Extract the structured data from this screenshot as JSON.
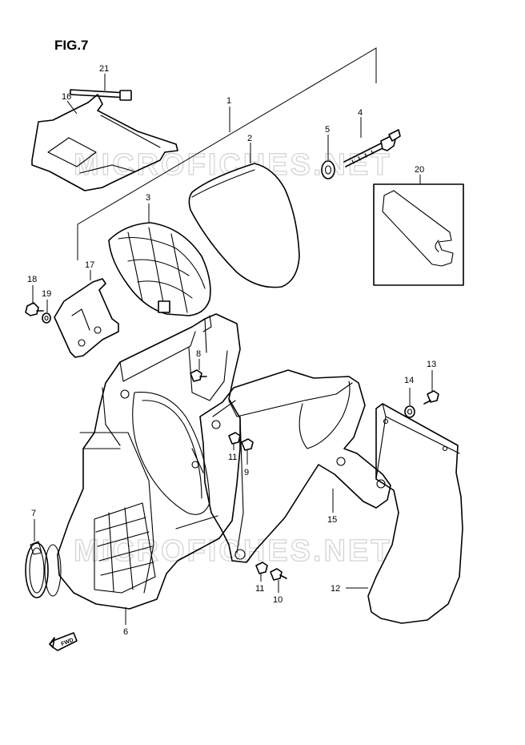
{
  "figure": {
    "title": "FIG.7"
  },
  "watermark": {
    "text": "MICROFICHES.NET"
  },
  "direction": {
    "label": "FWD"
  },
  "callouts": [
    "1",
    "2",
    "3",
    "4",
    "5",
    "6",
    "7",
    "8",
    "9",
    "10",
    "11",
    "11",
    "12",
    "13",
    "14",
    "15",
    "16",
    "17",
    "18",
    "19",
    "20",
    "21"
  ]
}
